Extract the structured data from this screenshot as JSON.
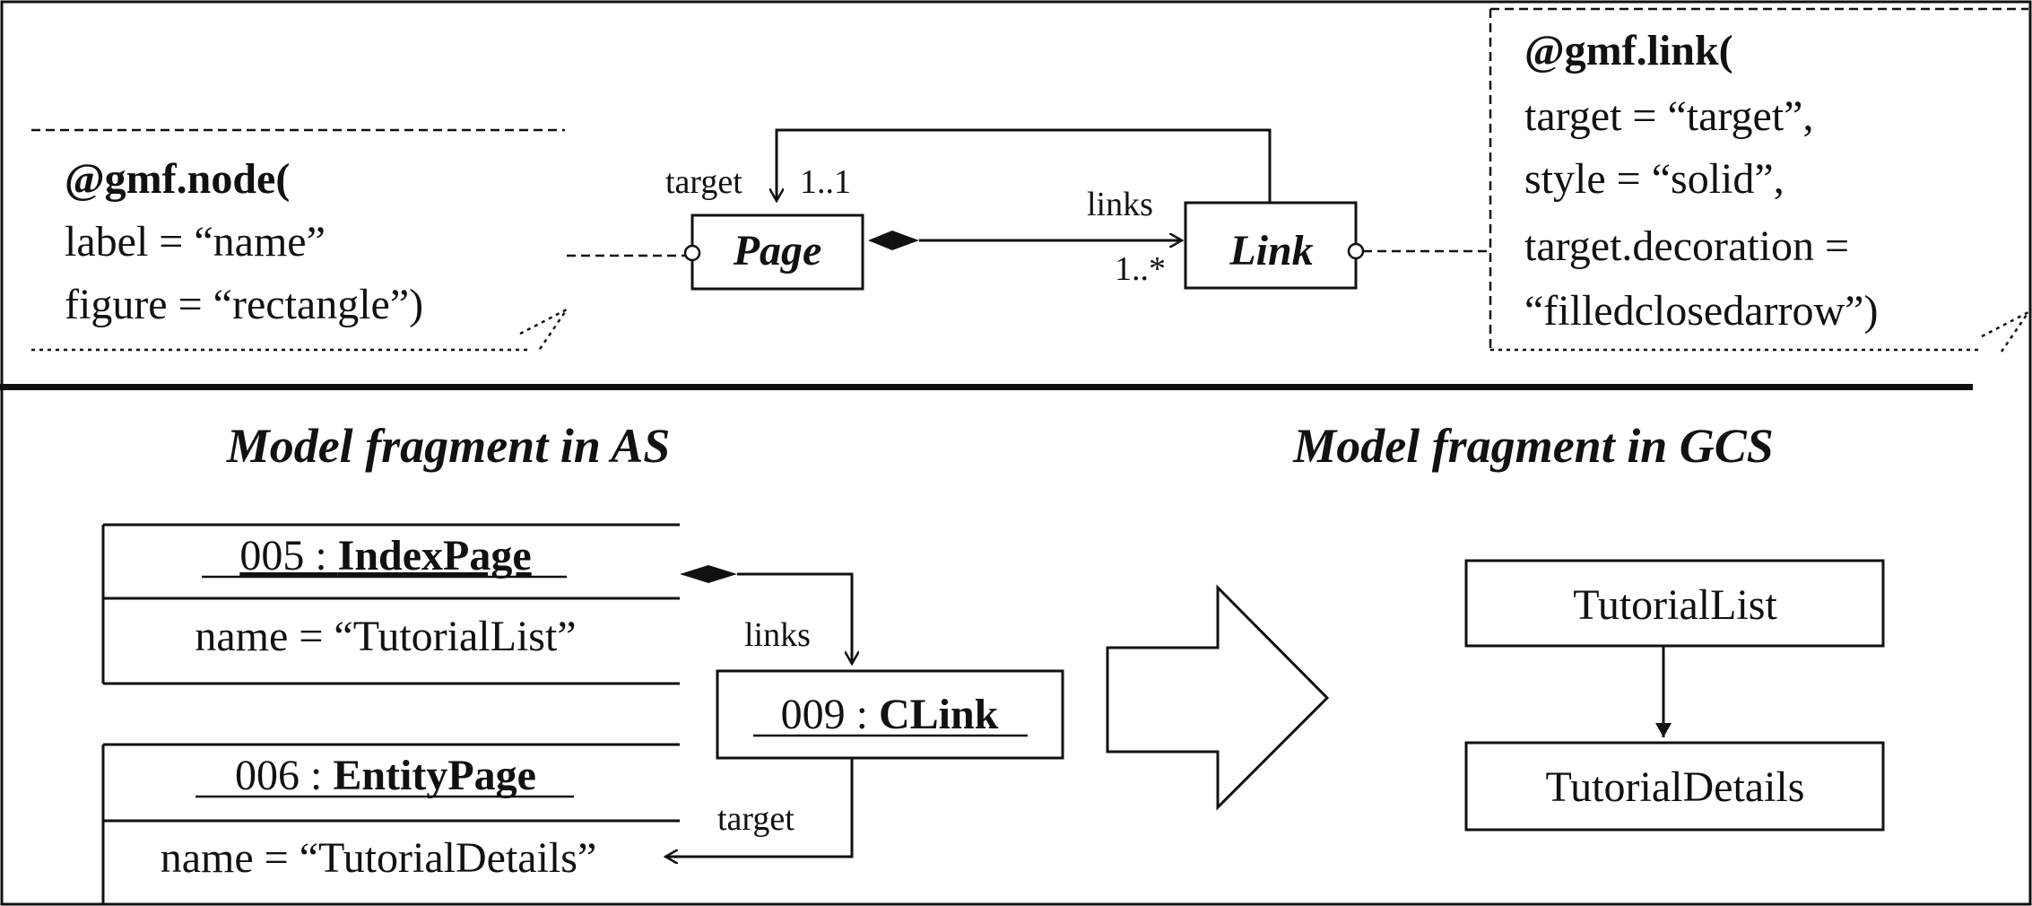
{
  "top": {
    "node_note": {
      "line1": "@gmf.node(",
      "line2": "label = “name”",
      "line3": "figure = “rectangle”)"
    },
    "link_note": {
      "line1": "@gmf.link(",
      "line2": "target = “target”,",
      "line3": "style = “solid”,",
      "line4": "target.decoration =",
      "line5": "“filledclosedarrow”)"
    },
    "page_class": "Page",
    "link_class": "Link",
    "target_role": "target",
    "target_mult": "1..1",
    "links_role": "links",
    "links_mult": "1..*"
  },
  "bottom": {
    "as_title": "Model fragment in AS",
    "gcs_title": "Model fragment in GCS",
    "index_page": {
      "id": "005 : ",
      "type": "IndexPage",
      "attr": "name = “TutorialList”"
    },
    "entity_page": {
      "id": "006 : ",
      "type": "EntityPage",
      "attr": "name = “TutorialDetails”"
    },
    "clink": {
      "id": "009 : ",
      "type": "CLink"
    },
    "links_label": "links",
    "target_label": "target",
    "gcs_nodes": [
      "TutorialList",
      "TutorialDetails"
    ]
  }
}
